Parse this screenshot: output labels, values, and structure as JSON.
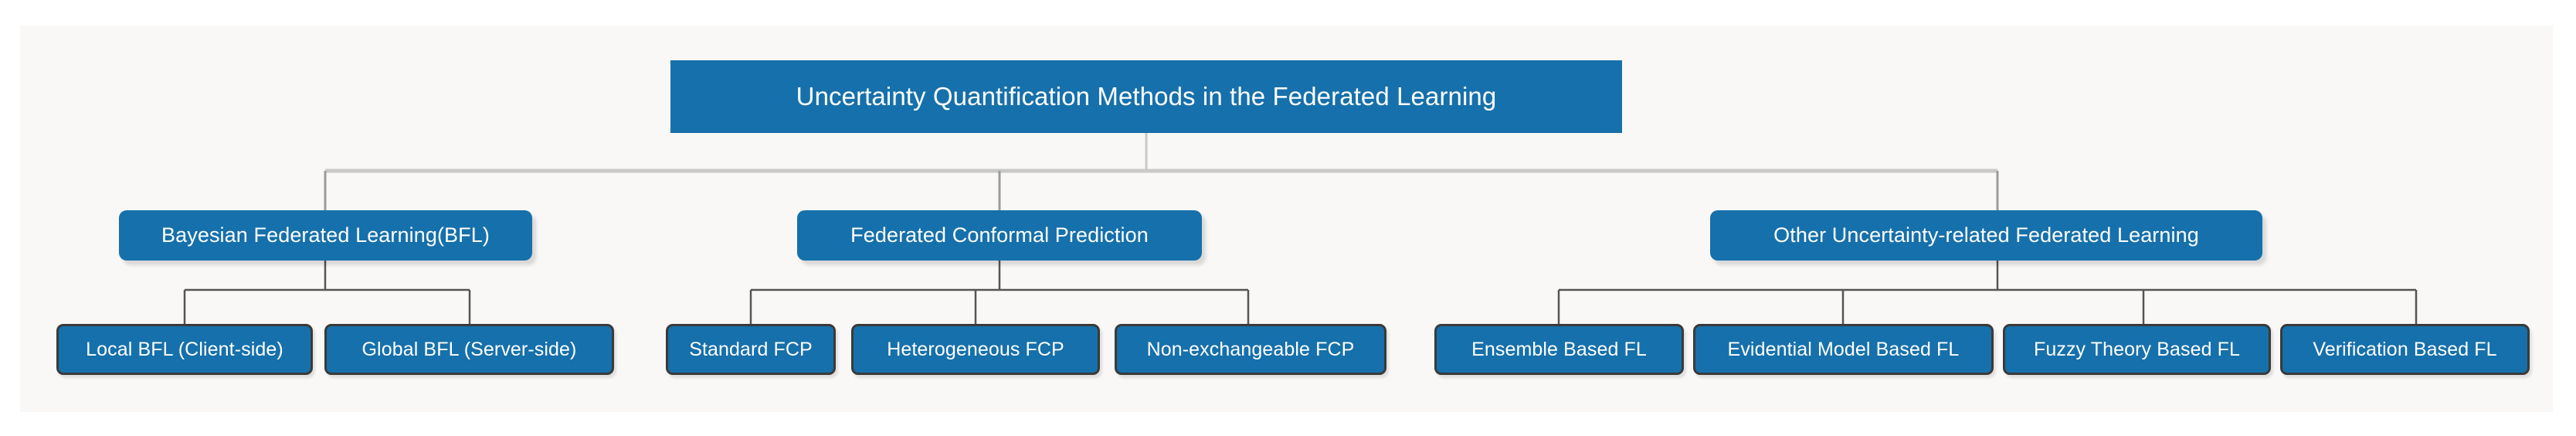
{
  "diagram": {
    "title_node": {
      "label": "Uncertainty Quantification Methods in the Federated Learning"
    },
    "level2": [
      {
        "label": "Bayesian Federated Learning(BFL)"
      },
      {
        "label": "Federated Conformal Prediction"
      },
      {
        "label": "Other Uncertainty-related Federated Learning"
      }
    ],
    "leaves": {
      "bfl": [
        {
          "label": "Local BFL (Client-side)"
        },
        {
          "label": "Global BFL (Server-side)"
        }
      ],
      "fcp": [
        {
          "label": "Standard FCP"
        },
        {
          "label": "Heterogeneous FCP"
        },
        {
          "label": "Non-exchangeable FCP"
        }
      ],
      "other": [
        {
          "label": "Ensemble Based FL"
        },
        {
          "label": "Evidential Model Based FL"
        },
        {
          "label": "Fuzzy Theory Based FL"
        },
        {
          "label": "Verification Based FL"
        }
      ]
    },
    "colors": {
      "node_fill": "#1670ab",
      "node_text": "#ffffff",
      "leaf_border": "#3a3a3a",
      "panel_background": "#f9f8f6",
      "page_background": "#ffffff",
      "upper_connector": "#c9c9c9",
      "lower_connector": "#555555"
    }
  }
}
